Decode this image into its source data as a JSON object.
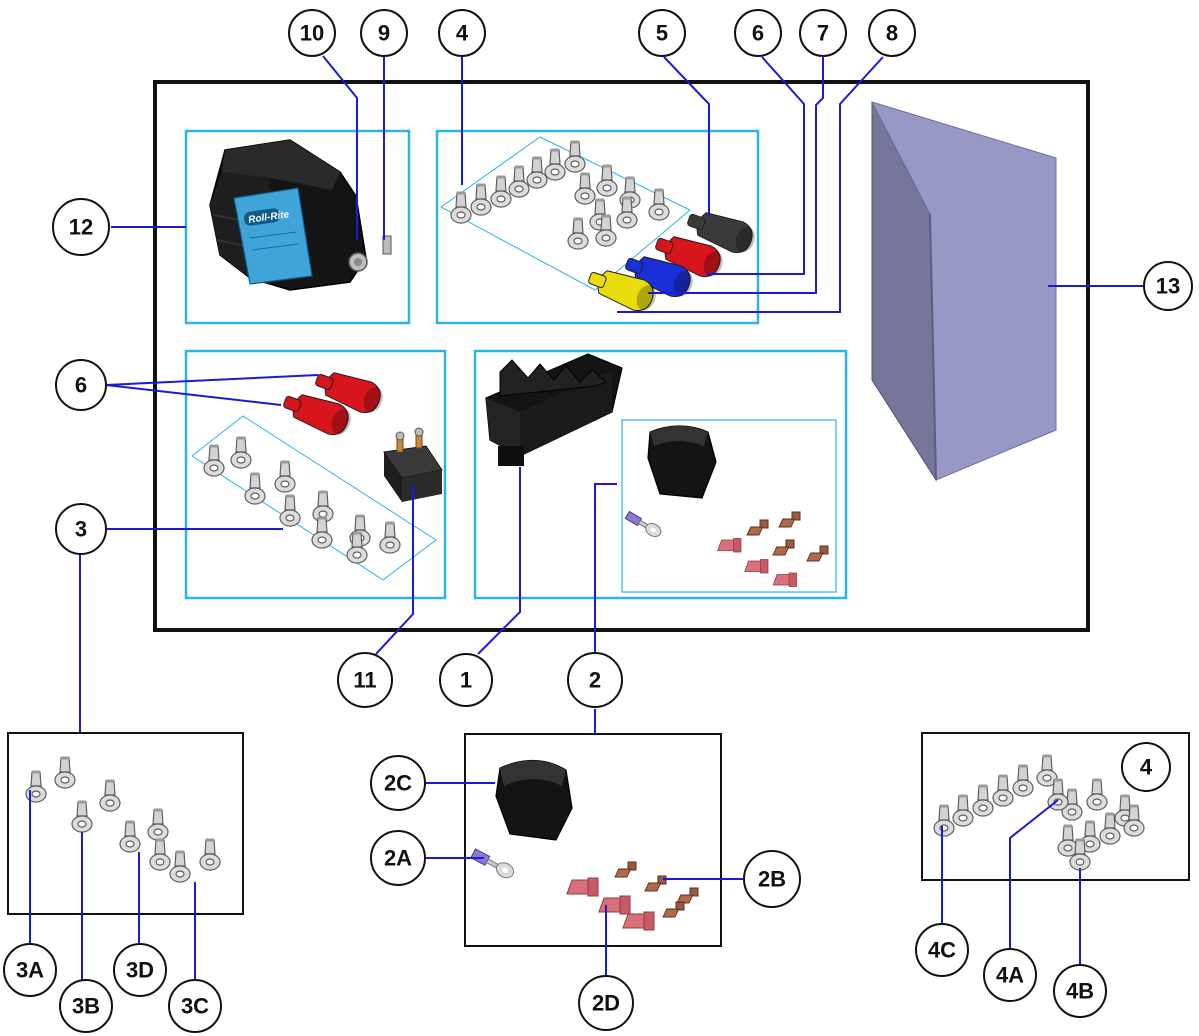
{
  "callouts": {
    "c1": "1",
    "c2": "2",
    "c2a": "2A",
    "c2b": "2B",
    "c2c": "2C",
    "c2d": "2D",
    "c3": "3",
    "c3a": "3A",
    "c3b": "3B",
    "c3c": "3C",
    "c3d": "3D",
    "c4": "4",
    "c4box": "4",
    "c4a": "4A",
    "c4b": "4B",
    "c4c": "4C",
    "c5": "5",
    "c6": "6",
    "c6b": "6",
    "c7": "7",
    "c8": "8",
    "c9": "9",
    "c10": "10",
    "c11": "11",
    "c12": "12",
    "c13": "13"
  },
  "product": {
    "brand": "Roll-Rite"
  },
  "colors": {
    "leader": "#1a1ad8",
    "panel_outline": "#2ab4e8",
    "frame": "#111111",
    "boot_red": "#d8141c",
    "boot_blue": "#1a2fd6",
    "boot_yellow": "#e8dc0a",
    "boot_black": "#3a3a3a",
    "connector_pink": "#d96f78",
    "connector_brown": "#9b5a3e",
    "manual": "#8e8fb8"
  }
}
